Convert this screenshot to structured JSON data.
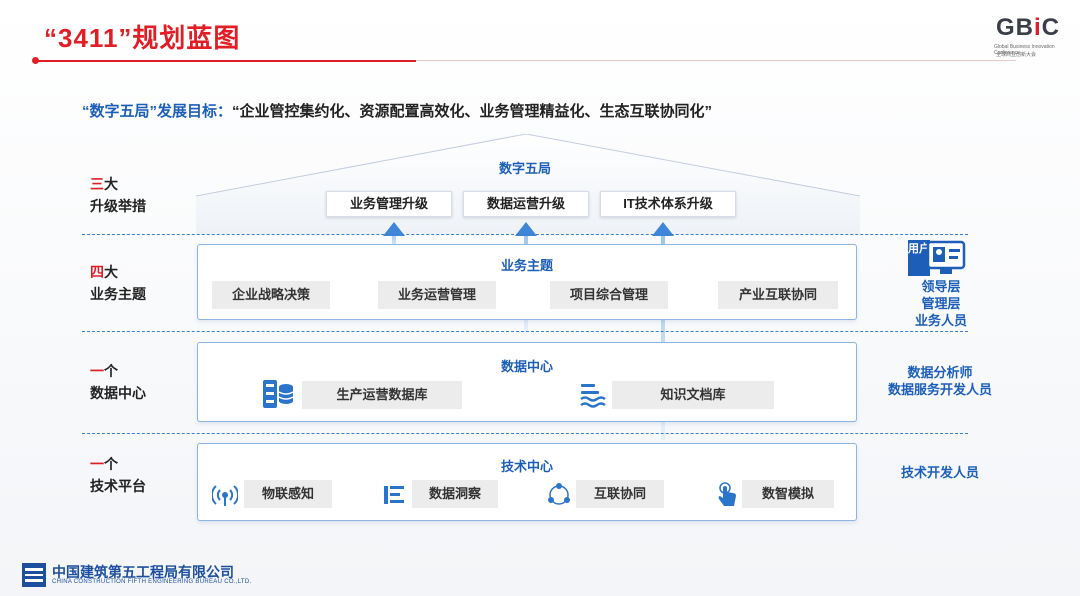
{
  "header": {
    "title": "“3411”规划蓝图",
    "logo_text_g": "GB",
    "logo_text_i": "i",
    "logo_text_c": "C",
    "logo_sub_en": "Global Business Innovation Conference",
    "logo_sub_cn": "全球商业创新大会"
  },
  "goal": {
    "label": "“数字五局”发展目标：",
    "text": "“企业管控集约化、资源配置高效化、业务管理精益化、生态互联协同化”"
  },
  "roof": {
    "title": "数字五局",
    "upgrades": [
      "业务管理升级",
      "数据运营升级",
      "IT技术体系升级"
    ]
  },
  "rows": {
    "upgrade": {
      "num": "三",
      "num_rest": "大",
      "label": "升级举措"
    },
    "theme": {
      "num": "四",
      "num_rest": "大",
      "label": "业务主题"
    },
    "data": {
      "num": "一",
      "num_rest": "个",
      "label": "数据中心"
    },
    "tech": {
      "num": "一",
      "num_rest": "个",
      "label": "技术平台"
    }
  },
  "business_panel": {
    "title": "业务主题",
    "items": [
      "企业战略决策",
      "业务运营管理",
      "项目综合管理",
      "产业互联协同"
    ]
  },
  "data_panel": {
    "title": "数据中心",
    "items": [
      "生产运营数据库",
      "知识文档库"
    ]
  },
  "tech_panel": {
    "title": "技术中心",
    "items": [
      "物联感知",
      "数据洞察",
      "互联协同",
      "数智模拟"
    ]
  },
  "side": {
    "user_badge": "用户",
    "theme_roles": [
      "领导层",
      "管理层",
      "业务人员"
    ],
    "data_roles": [
      "数据分析师",
      "数据服务开发人员"
    ],
    "tech_roles": [
      "技术开发人员"
    ]
  },
  "footer": {
    "company_cn": "中国建筑第五工程局有限公司",
    "company_en": "CHINA CONSTRUCTION FIFTH ENGINEERING BUREAU CO.,LTD."
  },
  "colors": {
    "accent_red": "#e01e26",
    "accent_blue": "#1d5fb8"
  }
}
